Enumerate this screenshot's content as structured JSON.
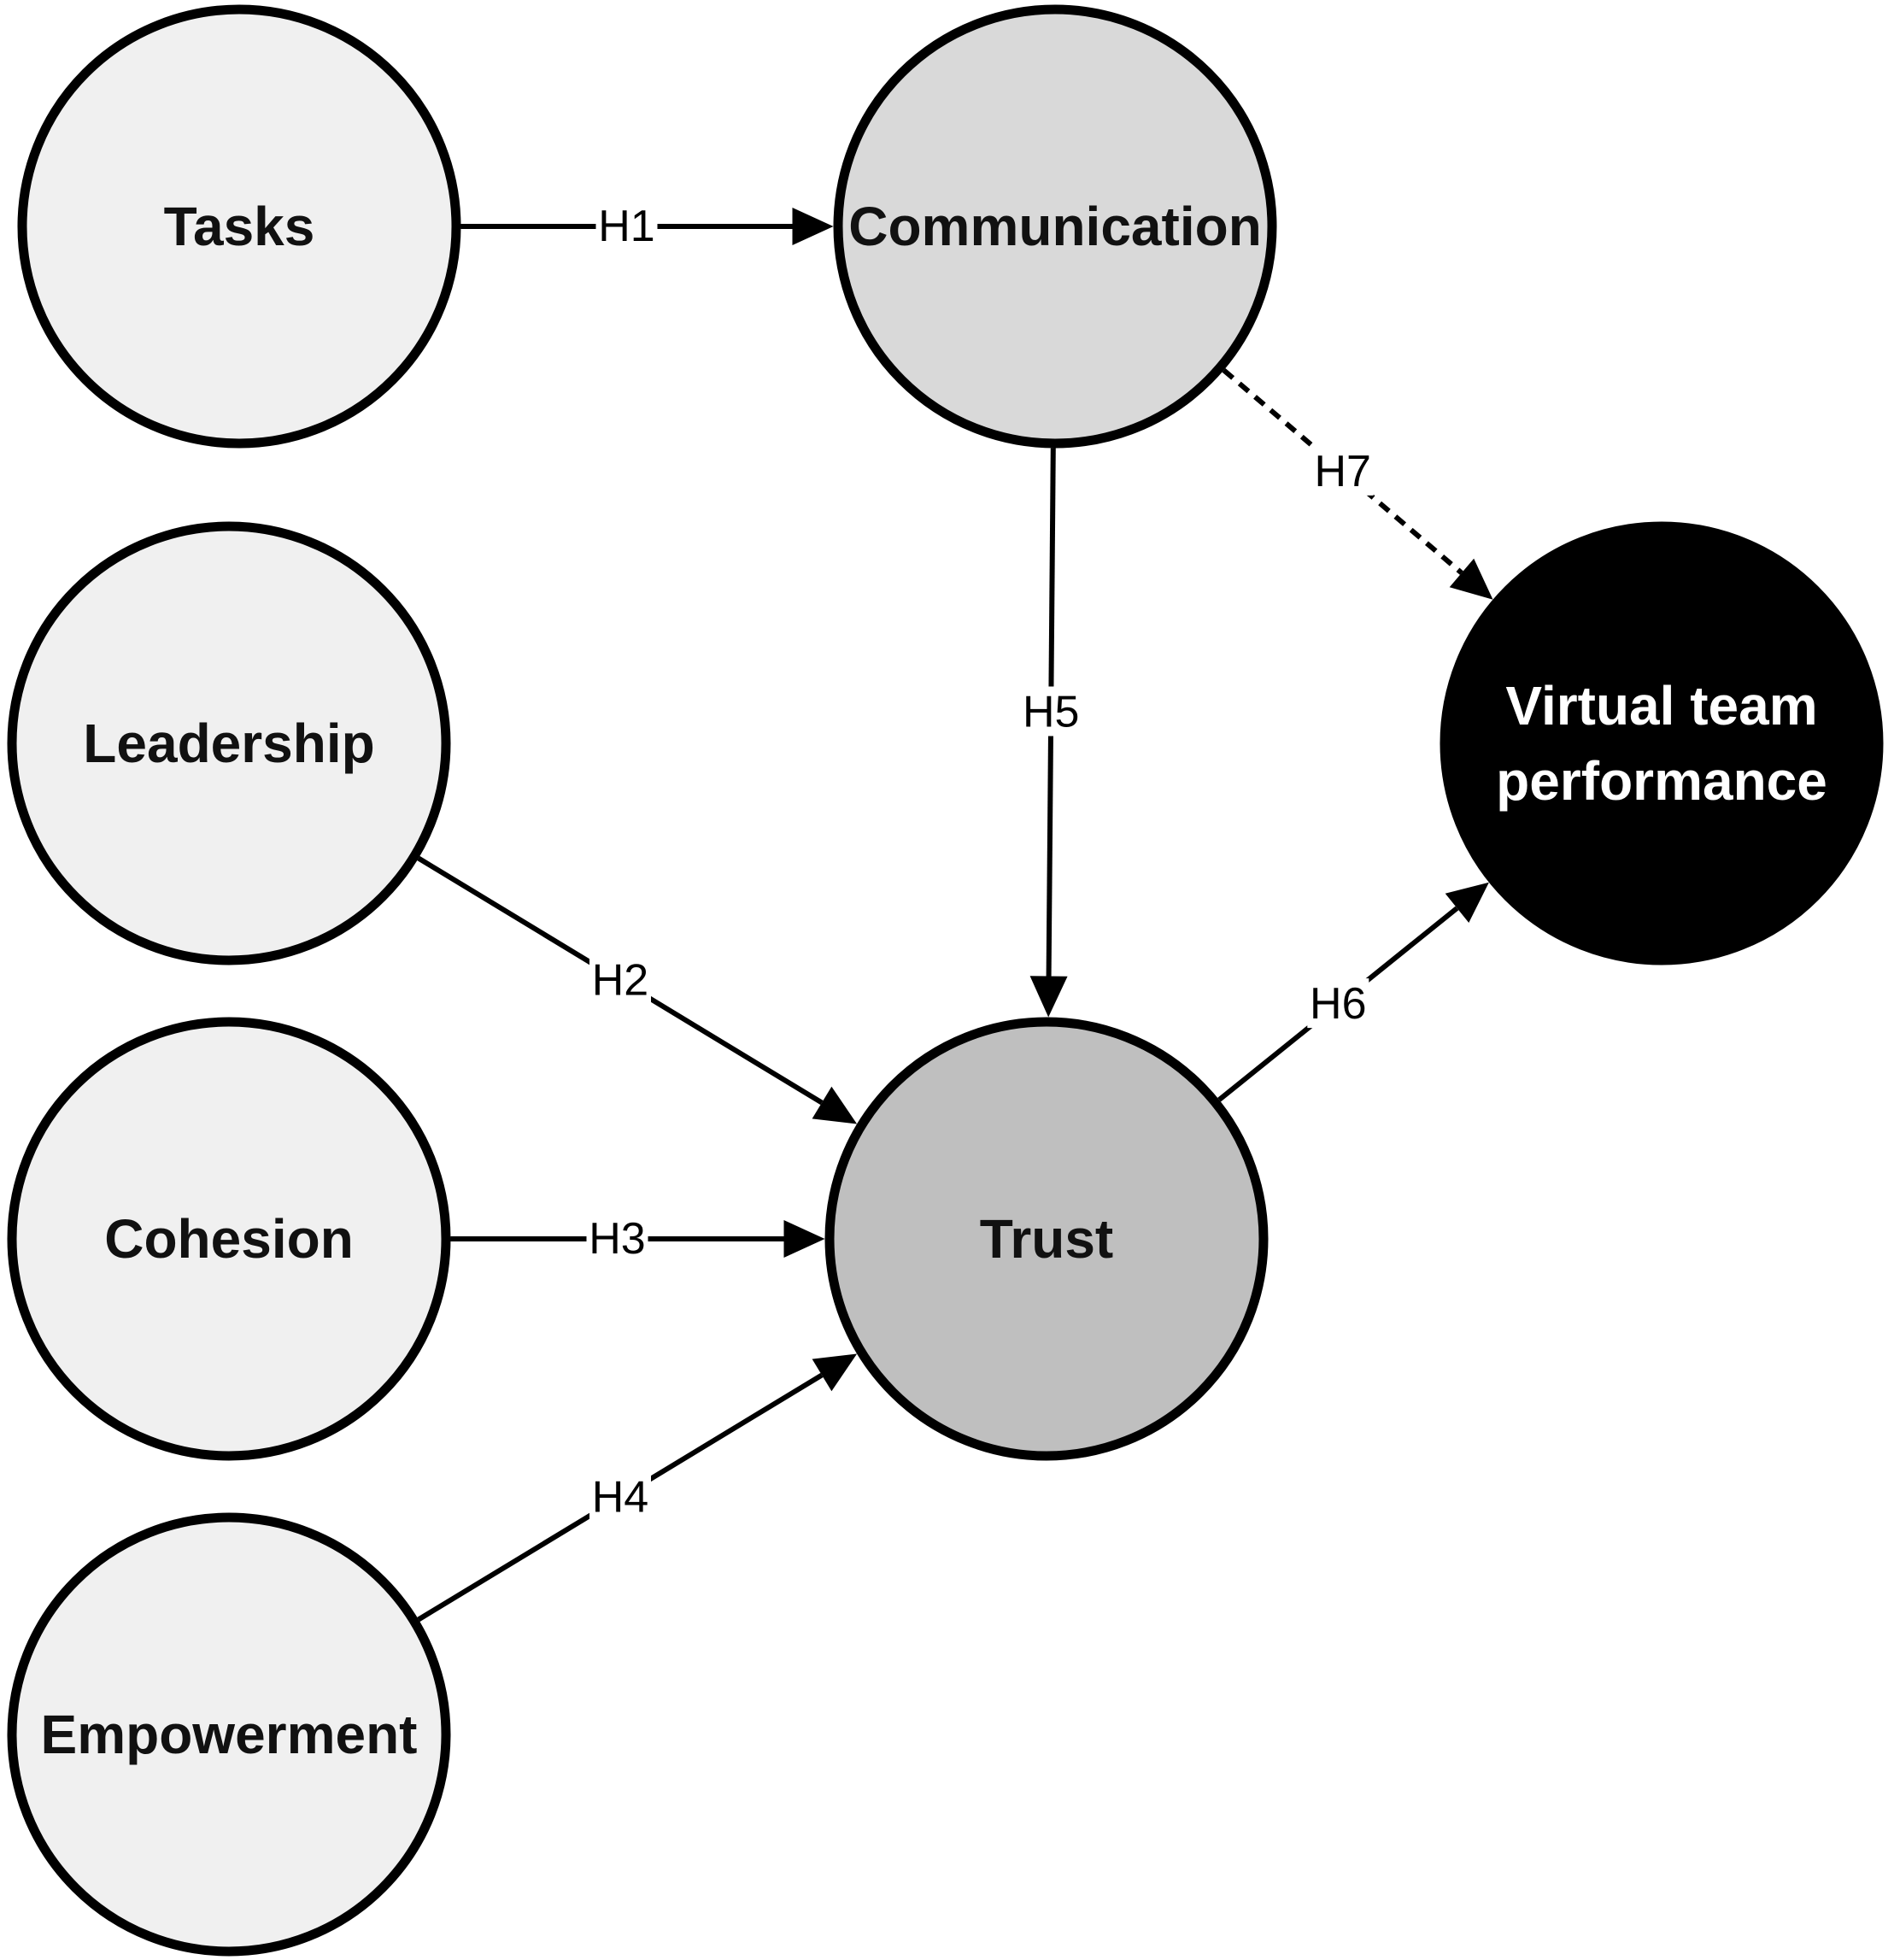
{
  "nodes": [
    {
      "id": "tasks",
      "label_lines": [
        "Tasks"
      ],
      "fill": "#f0f0f0",
      "text_color": "#111111"
    },
    {
      "id": "communication",
      "label_lines": [
        "Communication"
      ],
      "fill": "#d9d9d9",
      "text_color": "#111111"
    },
    {
      "id": "leadership",
      "label_lines": [
        "Leadership"
      ],
      "fill": "#f0f0f0",
      "text_color": "#111111"
    },
    {
      "id": "cohesion",
      "label_lines": [
        "Cohesion"
      ],
      "fill": "#f0f0f0",
      "text_color": "#111111"
    },
    {
      "id": "empowerment",
      "label_lines": [
        "Empowerment"
      ],
      "fill": "#f0f0f0",
      "text_color": "#111111"
    },
    {
      "id": "trust",
      "label_lines": [
        "Trust"
      ],
      "fill": "#bfbfbf",
      "text_color": "#111111"
    },
    {
      "id": "vtp",
      "label_lines": [
        "Virtual team",
        "performance"
      ],
      "fill": "#000000",
      "text_color": "#ffffff"
    }
  ],
  "edges": [
    {
      "id": "h1",
      "from": "tasks",
      "to": "communication",
      "label": "H1",
      "style": "solid"
    },
    {
      "id": "h2",
      "from": "leadership",
      "to": "trust",
      "label": "H2",
      "style": "solid"
    },
    {
      "id": "h3",
      "from": "cohesion",
      "to": "trust",
      "label": "H3",
      "style": "solid"
    },
    {
      "id": "h4",
      "from": "empowerment",
      "to": "trust",
      "label": "H4",
      "style": "solid"
    },
    {
      "id": "h5",
      "from": "communication",
      "to": "trust",
      "label": "H5",
      "style": "solid"
    },
    {
      "id": "h6",
      "from": "trust",
      "to": "vtp",
      "label": "H6",
      "style": "solid"
    },
    {
      "id": "h7",
      "from": "communication",
      "to": "vtp",
      "label": "H7",
      "style": "dashed"
    }
  ]
}
